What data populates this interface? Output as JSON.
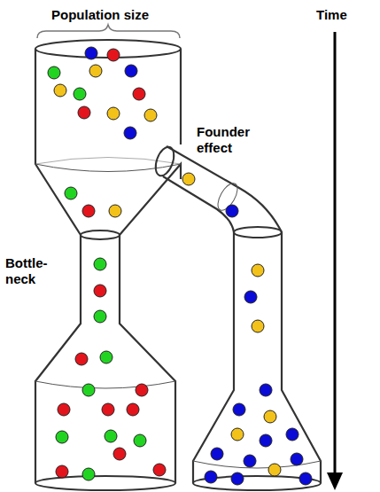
{
  "diagram": {
    "labels": [
      "Population size",
      "Time",
      "Founder effect",
      "Bottle- neck"
    ]
  }
}
